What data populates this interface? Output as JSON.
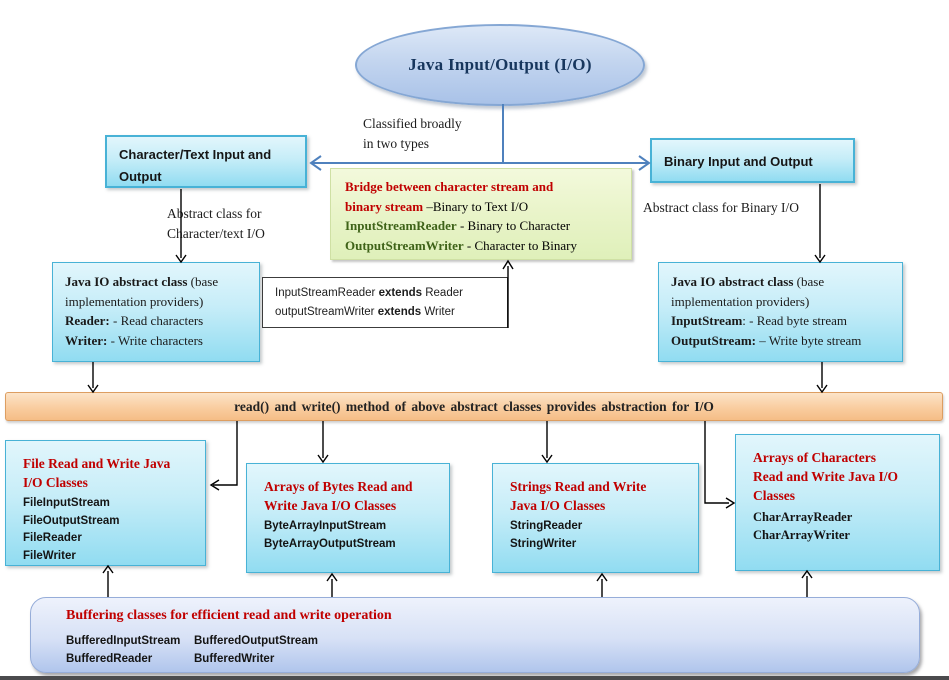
{
  "colors": {
    "accent_red": "#c00000",
    "accent_green": "#3f6319",
    "cyan_border": "#48b2d6",
    "navy_title": "#17365d",
    "orange_fill": "#f5bd86",
    "blue_connector": "#4f81bd"
  },
  "ellipse_title": "Java Input/Output (I/O)",
  "classified_note": {
    "line1": "Classified broadly",
    "line2": "in two types"
  },
  "char_header": {
    "line1": "Character/Text Input and",
    "line2": "Output"
  },
  "binary_header": {
    "label": "Binary Input and Output"
  },
  "bridge": {
    "line1": [
      {
        "t": "Bridge between character stream and",
        "c": "red"
      }
    ],
    "line2": [
      {
        "t": "binary stream ",
        "c": "red"
      },
      {
        "t": "–Binary to Text I/O",
        "c": "plain"
      }
    ],
    "line3": [
      {
        "t": "InputStreamReader",
        "c": "green"
      },
      {
        "t": "  -    Binary to Character",
        "c": "plain"
      }
    ],
    "line4": [
      {
        "t": "OutputStreamWriter",
        "c": "green"
      },
      {
        "t": "  -  Character to Binary",
        "c": "plain"
      }
    ]
  },
  "abstract_char_label": {
    "line1": "Abstract class for",
    "line2": "Character/text I/O"
  },
  "abstract_binary_label": {
    "label": "Abstract class for Binary I/O"
  },
  "reader_writer_box": {
    "line1": [
      {
        "t": "Java IO abstract class",
        "c": "b"
      },
      {
        "t": " (base",
        "c": "plain"
      }
    ],
    "line2": [
      {
        "t": "implementation providers)",
        "c": "plain"
      }
    ],
    "line3": [
      {
        "t": "Reader:",
        "c": "b"
      },
      {
        "t": " - Read characters",
        "c": "plain"
      }
    ],
    "line4": [
      {
        "t": "Writer:",
        "c": "b"
      },
      {
        "t": " - Write characters",
        "c": "plain"
      }
    ]
  },
  "stream_box": {
    "line1": [
      {
        "t": "Java IO abstract class",
        "c": "b"
      },
      {
        "t": " (base",
        "c": "plain"
      }
    ],
    "line2": [
      {
        "t": "implementation providers)",
        "c": "plain"
      }
    ],
    "line3": [
      {
        "t": "InputStream",
        "c": "b"
      },
      {
        "t": ":  - Read byte stream",
        "c": "plain"
      }
    ],
    "line4": [
      {
        "t": "OutputStream:",
        "c": "b"
      },
      {
        "t": " – Write byte stream",
        "c": "plain"
      }
    ]
  },
  "extends_note": {
    "line1": [
      {
        "t": "InputStreamReader ",
        "c": "plain"
      },
      {
        "t": "extends",
        "c": "b"
      },
      {
        "t": " Reader",
        "c": "plain"
      }
    ],
    "line2": [
      {
        "t": "outputStreamWriter ",
        "c": "plain"
      },
      {
        "t": "extends",
        "c": "b"
      },
      {
        "t": " Writer",
        "c": "plain"
      }
    ]
  },
  "orange_bar": {
    "label": "read() and write() method of above abstract classes provides abstraction for I/O"
  },
  "io_boxes": [
    {
      "title": [
        "File Read and Write Java",
        "I/O Classes"
      ],
      "classes": [
        "FileInputStream",
        "FileOutputStream",
        "FileReader",
        "FileWriter"
      ]
    },
    {
      "title": [
        "Arrays of Bytes Read and",
        "Write Java I/O Classes"
      ],
      "classes": [
        "ByteArrayInputStream",
        "ByteArrayOutputStream"
      ]
    },
    {
      "title": [
        "Strings Read and Write",
        "Java I/O Classes"
      ],
      "classes": [
        "StringReader",
        "StringWriter"
      ]
    },
    {
      "title": [
        "Arrays of Characters",
        "Read and Write Java I/O",
        "Classes"
      ],
      "classes": [
        "CharArrayReader",
        "CharArrayWriter"
      ]
    }
  ],
  "buffering": {
    "title": "Buffering classes for efficient read and write operation",
    "col1": [
      "BufferedInputStream",
      "BufferedReader"
    ],
    "col2": [
      "BufferedOutputStream",
      "BufferedWriter"
    ]
  }
}
